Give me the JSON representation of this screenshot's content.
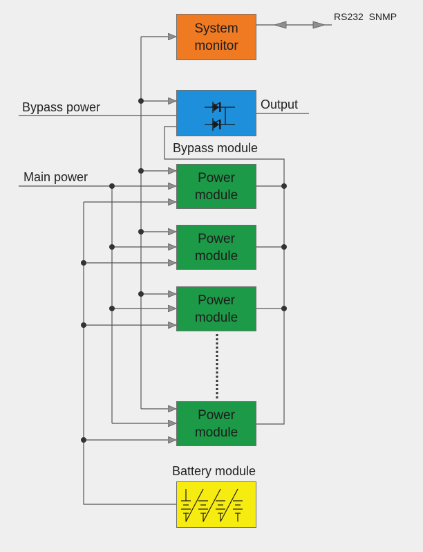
{
  "diagram": {
    "labels": {
      "rs232_snmp": "RS232  SNMP",
      "bypass_power": "Bypass power",
      "output": "Output",
      "bypass_module": "Bypass module",
      "main_power": "Main power",
      "battery_module": "Battery module"
    },
    "system_monitor": {
      "text": "System\nmonitor"
    },
    "power_modules": [
      {
        "text": "Power\nmodule"
      },
      {
        "text": "Power\nmodule"
      },
      {
        "text": "Power\nmodule"
      },
      {
        "text": "Power\nmodule"
      }
    ],
    "colors": {
      "background": "#efeff0",
      "line": "#555555",
      "system_monitor": "#f07a22",
      "bypass_module": "#1d8fdb",
      "power_module": "#1c9a47",
      "battery_module": "#f7ec10"
    }
  }
}
